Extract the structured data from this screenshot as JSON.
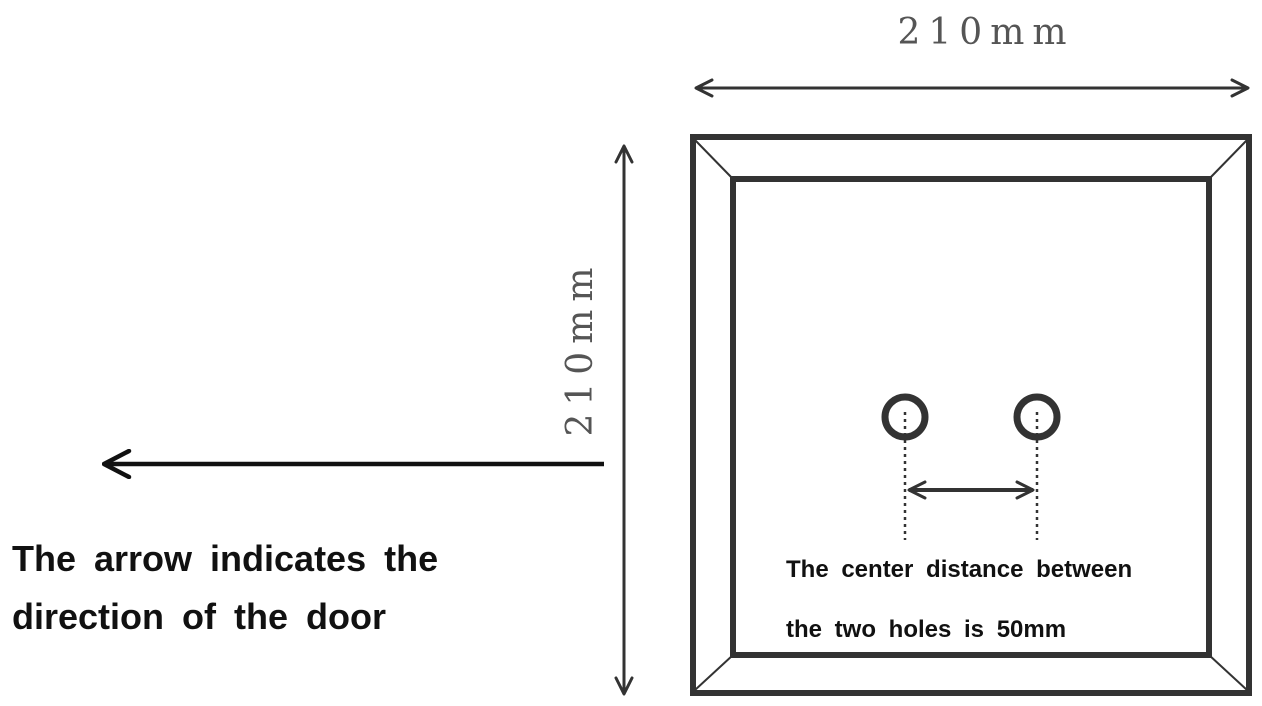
{
  "dimensions": {
    "width_label": "210mm",
    "height_label": "210mm"
  },
  "door_note": {
    "line1": "The arrow indicates the",
    "line2": "direction of the door"
  },
  "hole_note": {
    "line1": "The center distance between",
    "line2": "the two holes is 50mm"
  },
  "colors": {
    "ink": "#333333",
    "dim_text": "#555555"
  }
}
